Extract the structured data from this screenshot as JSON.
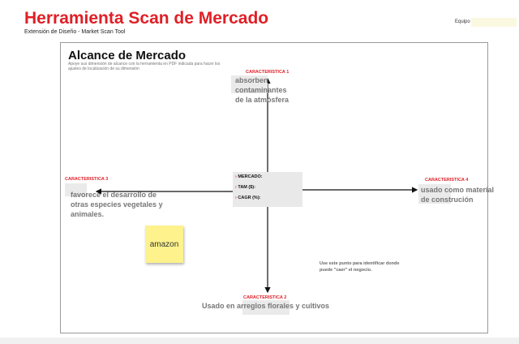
{
  "header": {
    "title": "Herramienta Scan de Mercado",
    "subtitle": "Extensión de Diseño -  Market Scan Tool",
    "team_label": "Equipo"
  },
  "board": {
    "title": "Alcance de Mercado",
    "description": "Apoye sus dimensión de alcance con la herramienta en PDF indicada para hacer los ajustes de localización de su dimensión"
  },
  "characteristics": {
    "c1": {
      "label": "CARACTERISTICA 1",
      "text": "absorben contaminantes de la atmósfera"
    },
    "c2": {
      "label": "CARACTERISTICA 2",
      "text": "Usado en arreglos florales y cultivos"
    },
    "c3": {
      "label": "CARACTERISTICA 3",
      "text": "favorece el desarrollo de otras especies vegetales y animales."
    },
    "c4": {
      "label": "CARACTERISTICA 4",
      "text": "usado como material de construción"
    }
  },
  "center": {
    "bullet": "›",
    "mercado": "MERCADO:",
    "tam": "TAM ($):",
    "cagr": "CAGR (%):"
  },
  "sticky_note": "amazon",
  "hint": "Use este punto para identificar donde puede \"caer\" el negocio."
}
